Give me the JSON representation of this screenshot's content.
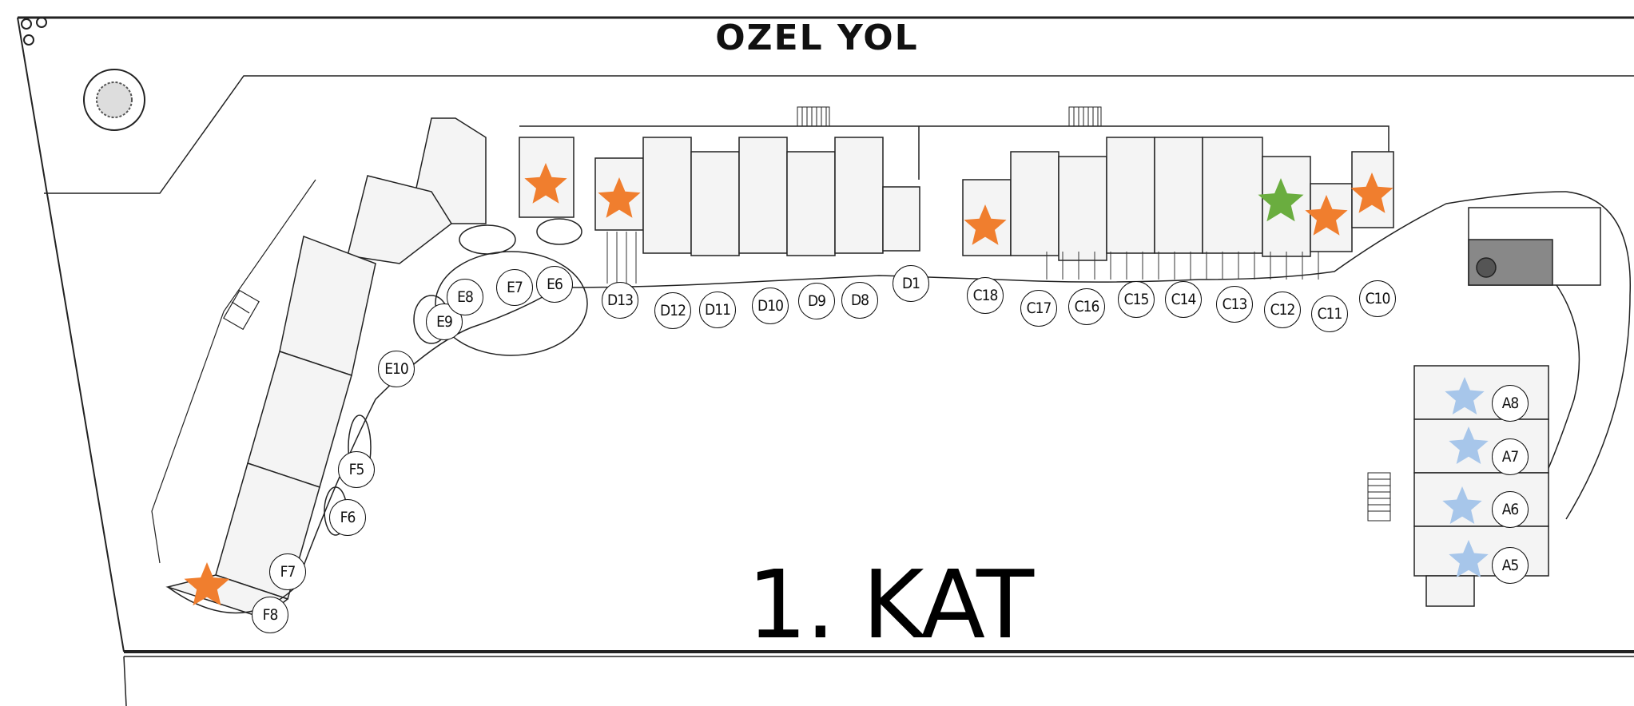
{
  "road_label": "OZEL YOL",
  "floor_label": "1. KAT",
  "colors": {
    "orange_star": "#f07e2e",
    "green_star": "#6aad3f",
    "blue_star": "#a7c6ea",
    "line": "#222222"
  },
  "units": {
    "F8": "F8",
    "F7": "F7",
    "F6": "F6",
    "F5": "F5",
    "E10": "E10",
    "E9": "E9",
    "E8": "E8",
    "E7": "E7",
    "E6": "E6",
    "D13": "D13",
    "D12": "D12",
    "D11": "D11",
    "D10": "D10",
    "D9": "D9",
    "D8": "D8",
    "D1": "D1",
    "C18": "C18",
    "C17": "C17",
    "C16": "C16",
    "C15": "C15",
    "C14": "C14",
    "C13": "C13",
    "C12": "C12",
    "C11": "C11",
    "C10": "C10",
    "A8": "A8",
    "A7": "A7",
    "A6": "A6",
    "A5": "A5"
  },
  "markers": [
    {
      "unit": "E",
      "color": "orange"
    },
    {
      "unit": "D13",
      "color": "orange"
    },
    {
      "unit": "C18",
      "color": "orange"
    },
    {
      "unit": "C12",
      "color": "green"
    },
    {
      "unit": "C11",
      "color": "orange"
    },
    {
      "unit": "C10",
      "color": "orange"
    },
    {
      "unit": "F8",
      "color": "orange"
    },
    {
      "unit": "A8",
      "color": "blue"
    },
    {
      "unit": "A7",
      "color": "blue"
    },
    {
      "unit": "A6",
      "color": "blue"
    },
    {
      "unit": "A5",
      "color": "blue"
    }
  ]
}
